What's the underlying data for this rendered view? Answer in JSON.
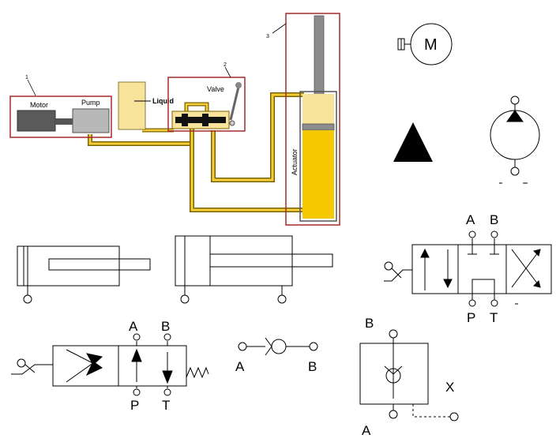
{
  "system": {
    "callout_1": "1",
    "callout_2": "2",
    "callout_3": "3",
    "motor": "Motor",
    "pump": "Pump",
    "liquid": "Liquid",
    "valve": "Valve",
    "actuator": "Actuator"
  },
  "directional_valve_right": {
    "port_a": "A",
    "port_b": "B",
    "port_p": "P",
    "port_t": "T"
  },
  "directional_valve_left": {
    "port_a": "A",
    "port_b": "B",
    "port_p": "P",
    "port_t": "T"
  },
  "check_valve": {
    "left": "A",
    "right": "B"
  },
  "pilot_check_valve": {
    "top": "B",
    "bottom": "A",
    "pilot": "X"
  },
  "motor_symbol": {
    "letter": "M"
  },
  "colors": {
    "line": "#000000",
    "frame": "#a52a2a",
    "oil": "#f5c800",
    "oil_light": "#f8e39a",
    "pipe": "#e8b400",
    "steel": "#8c8c8c",
    "dark_steel": "#4a4a4a"
  }
}
